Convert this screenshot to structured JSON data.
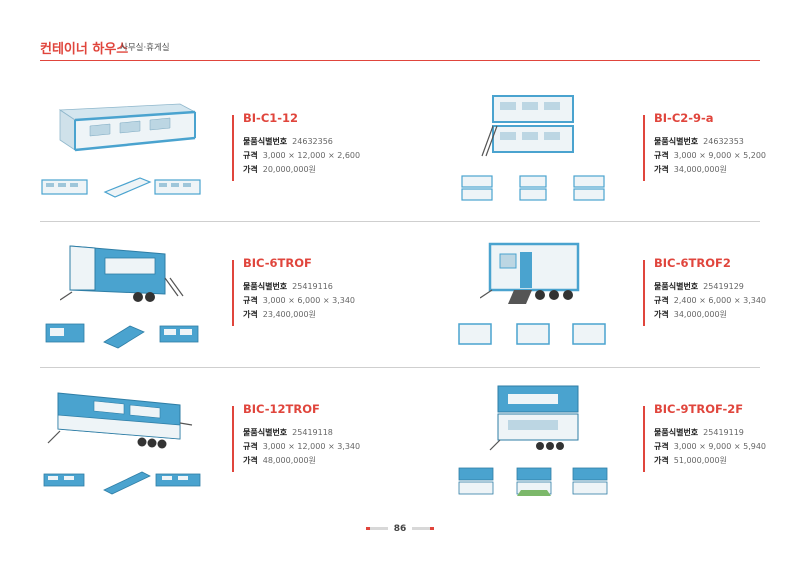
{
  "header": {
    "title": "컨테이너 하우스",
    "subtitle": "사무실·휴게실"
  },
  "labels": {
    "id": "물품식별번호",
    "spec": "규격",
    "price": "가격"
  },
  "products": [
    {
      "name": "BI-C1-12",
      "id": "24632356",
      "spec": "3,000 × 12,000 × 2,600",
      "price": "20,000,000원"
    },
    {
      "name": "BI-C2-9-a",
      "id": "24632353",
      "spec": "3,000 × 9,000 × 5,200",
      "price": "34,000,000원"
    },
    {
      "name": "BIC-6TROF",
      "id": "25419116",
      "spec": "3,000 × 6,000 × 3,340",
      "price": "23,400,000원"
    },
    {
      "name": "BIC-6TROF2",
      "id": "25419129",
      "spec": "2,400 × 6,000 × 3,340",
      "price": "34,000,000원"
    },
    {
      "name": "BIC-12TROF",
      "id": "25419118",
      "spec": "3,000 × 12,000 × 3,340",
      "price": "48,000,000원"
    },
    {
      "name": "BIC-9TROF-2F",
      "id": "25419119",
      "spec": "3,000 × 9,000 × 5,940",
      "price": "51,000,000원"
    }
  ],
  "page_number": "86",
  "colors": {
    "accent": "#e0453c",
    "container_blue": "#4aa3cf",
    "container_white": "#eef4f7"
  }
}
